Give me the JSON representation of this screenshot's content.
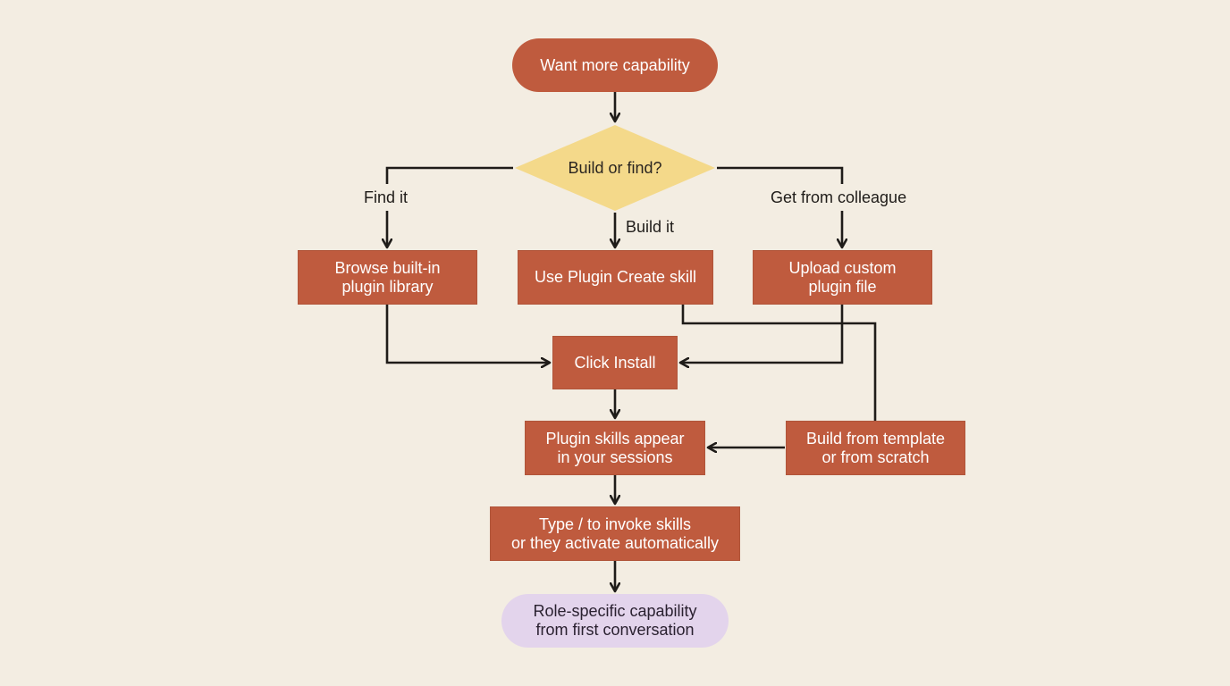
{
  "colors": {
    "background": "#f3ede2",
    "process": "#bf5b3e",
    "decision": "#f4d98a",
    "end": "#e3d4ec",
    "edge": "#1f1c19"
  },
  "nodes": {
    "start": "Want more capability",
    "decision": "Build or find?",
    "browse": "Browse built-in\nplugin library",
    "create_skill": "Use Plugin Create skill",
    "upload": "Upload custom\nplugin file",
    "install": "Click Install",
    "appear": "Plugin skills appear\nin your sessions",
    "template": "Build from template\nor from scratch",
    "invoke": "Type / to invoke skills\nor they activate automatically",
    "result": "Role-specific capability\nfrom first conversation"
  },
  "edge_labels": {
    "find": "Find it",
    "build": "Build it",
    "colleague": "Get from colleague"
  }
}
